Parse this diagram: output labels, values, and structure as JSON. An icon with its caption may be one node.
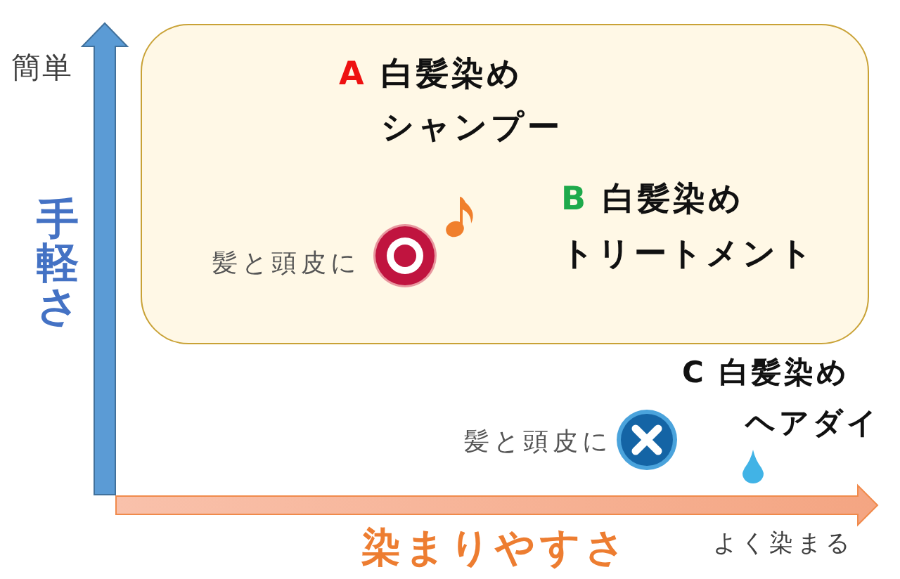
{
  "diagram": {
    "nodes": [
      {
        "text": [
          "A 白髪染めシャンプー",
          "髪と頭皮に",
          "B 白髪染めトリートメント"
        ]
      }
    ],
    "labels": [
      "簡単",
      "手軽さ",
      "C 白髪染めヘアダイ",
      "髪と頭皮に",
      "染まりやすさ",
      "よく染まる"
    ]
  }
}
